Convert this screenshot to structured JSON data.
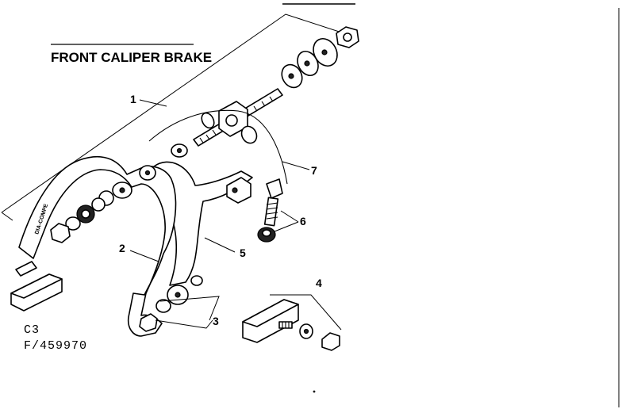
{
  "title": "FRONT CALIPER BRAKE",
  "brand_mark": "DIA-COMPE",
  "model_code": "C3",
  "part_number": "F/459970",
  "callouts": [
    "1",
    "2",
    "3",
    "4",
    "5",
    "6",
    "7"
  ]
}
